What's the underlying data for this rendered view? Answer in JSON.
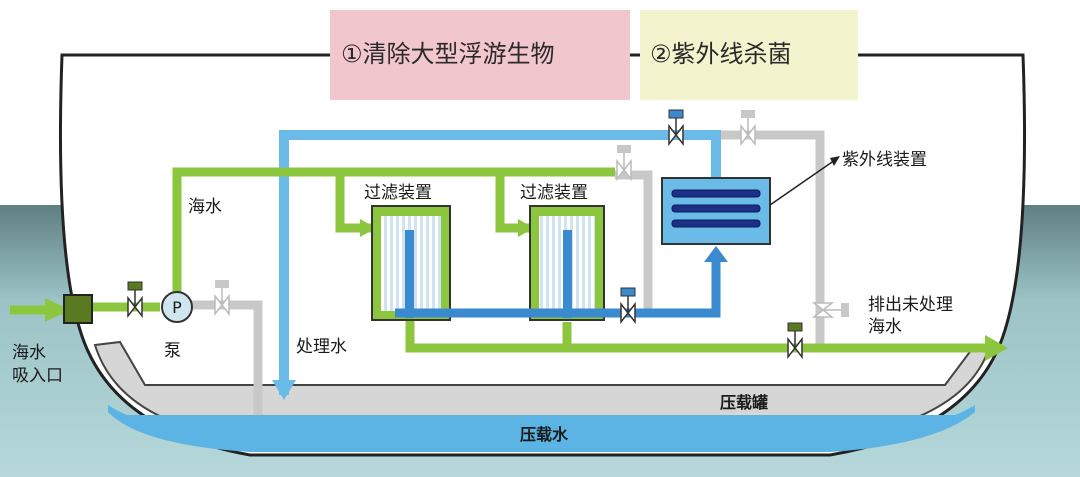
{
  "steps": [
    {
      "label": "①清除大型浮游生物",
      "color": "#f2c6cd"
    },
    {
      "label": "②紫外线杀菌",
      "color": "#f3f4cd"
    }
  ],
  "labels": {
    "seawater": "海水",
    "inlet_line1": "海水",
    "inlet_line2": "吸入口",
    "pump_symbol": "P",
    "pump": "泵",
    "treated_water": "处理水",
    "filter1": "过滤装置",
    "filter2": "过滤装置",
    "uv_device": "紫外线装置",
    "discharge_line1": "排出未处理",
    "discharge_line2": "海水",
    "ballast_tank": "压载罐",
    "ballast_water": "压载水"
  },
  "colors": {
    "seawater_pipe": "#8cc63f",
    "treated_pipe": "#6bbbe8",
    "treated_pipe_dark": "#3a8ad0",
    "unused_pipe": "#c8c8c8",
    "sea": "#a9d1d4",
    "ballast": "#5bb4e4"
  }
}
